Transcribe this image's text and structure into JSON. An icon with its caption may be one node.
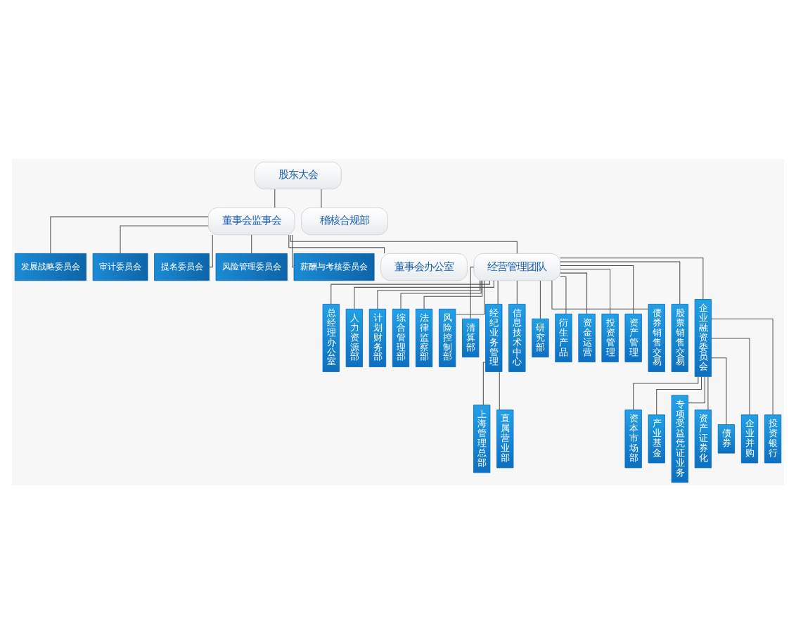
{
  "diagram": {
    "nodes": [
      {
        "text": [
          "发展战略委员会"
        ]
      },
      {
        "text": [
          "审计委员会"
        ]
      },
      {
        "text": [
          "提名委员会"
        ]
      },
      {
        "text": [
          "风险管理委员会"
        ]
      },
      {
        "text": [
          "薪酬与考核委员会"
        ]
      },
      {
        "text": [
          "股东大会"
        ]
      },
      {
        "text": [
          "董事会监事会"
        ]
      },
      {
        "text": [
          "稽核合规部"
        ]
      },
      {
        "text": [
          "董事会办公室"
        ]
      },
      {
        "text": [
          "经营管理团队"
        ]
      },
      {
        "text": [
          "总经理办公室"
        ]
      },
      {
        "text": [
          "人力资源部"
        ]
      },
      {
        "text": [
          "计划财务部"
        ]
      },
      {
        "text": [
          "综合管理部"
        ]
      },
      {
        "text": [
          "法律监察部"
        ]
      },
      {
        "text": [
          "风险控制部"
        ]
      },
      {
        "text": [
          "清算部"
        ]
      },
      {
        "text": [
          "经纪业务管理"
        ]
      },
      {
        "text": [
          "信息技术中心"
        ]
      },
      {
        "text": [
          "研究部"
        ]
      },
      {
        "text": [
          "衍生产品"
        ]
      },
      {
        "text": [
          "资金运营"
        ]
      },
      {
        "text": [
          "投资管理"
        ]
      },
      {
        "text": [
          "资产管理"
        ]
      },
      {
        "text": [
          "债券销售交易"
        ]
      },
      {
        "text": [
          "股票销售交易"
        ]
      },
      {
        "text": [
          "企业融资委员会"
        ]
      },
      {
        "text": [
          "上海管理总部"
        ]
      },
      {
        "text": [
          "直属营业部"
        ]
      },
      {
        "text": [
          "资本市场部"
        ]
      },
      {
        "text": [
          "产业基金"
        ]
      },
      {
        "text": [
          "专项受益凭证业务"
        ]
      },
      {
        "text": [
          "资产证券化"
        ]
      },
      {
        "text": [
          "债券"
        ]
      },
      {
        "text": [
          "企业并购"
        ]
      },
      {
        "text": [
          "投资银行"
        ]
      }
    ],
    "edges": [
      {
        "from": 5,
        "to": 6,
        "arrow": "none"
      },
      {
        "from": 5,
        "to": 7,
        "arrow": "none"
      },
      {
        "from": 6,
        "to": 0,
        "arrow": "none"
      },
      {
        "from": 6,
        "to": 1,
        "arrow": "none"
      },
      {
        "from": 6,
        "to": 2,
        "arrow": "none"
      },
      {
        "from": 6,
        "to": 3,
        "arrow": "none"
      },
      {
        "from": 6,
        "to": 4,
        "arrow": "none"
      },
      {
        "from": 6,
        "to": 8,
        "arrow": "none"
      },
      {
        "from": 6,
        "to": 9,
        "arrow": "none"
      },
      {
        "from": 9,
        "to": 10,
        "arrow": "none"
      },
      {
        "from": 9,
        "to": 11,
        "arrow": "none"
      },
      {
        "from": 9,
        "to": 12,
        "arrow": "none"
      },
      {
        "from": 9,
        "to": 13,
        "arrow": "none"
      },
      {
        "from": 9,
        "to": 14,
        "arrow": "none"
      },
      {
        "from": 9,
        "to": 15,
        "arrow": "none"
      },
      {
        "from": 9,
        "to": 16,
        "arrow": "none"
      },
      {
        "from": 9,
        "to": 17,
        "arrow": "none"
      },
      {
        "from": 9,
        "to": 18,
        "arrow": "none"
      },
      {
        "from": 9,
        "to": 19,
        "arrow": "none"
      },
      {
        "from": 9,
        "to": 20,
        "arrow": "none"
      },
      {
        "from": 9,
        "to": 21,
        "arrow": "none"
      },
      {
        "from": 9,
        "to": 22,
        "arrow": "none"
      },
      {
        "from": 9,
        "to": 23,
        "arrow": "none"
      },
      {
        "from": 9,
        "to": 24,
        "arrow": "none"
      },
      {
        "from": 9,
        "to": 25,
        "arrow": "none"
      },
      {
        "from": 9,
        "to": 26,
        "arrow": "none"
      },
      {
        "from": 17,
        "to": 27,
        "arrow": "none"
      },
      {
        "from": 17,
        "to": 28,
        "arrow": "none"
      },
      {
        "from": 26,
        "to": 29,
        "arrow": "none"
      },
      {
        "from": 26,
        "to": 30,
        "arrow": "none"
      },
      {
        "from": 26,
        "to": 31,
        "arrow": "none"
      },
      {
        "from": 26,
        "to": 32,
        "arrow": "none"
      },
      {
        "from": 26,
        "to": 33,
        "arrow": "none"
      },
      {
        "from": 26,
        "to": 34,
        "arrow": "none"
      },
      {
        "from": 26,
        "to": 35,
        "arrow": "none"
      }
    ]
  }
}
